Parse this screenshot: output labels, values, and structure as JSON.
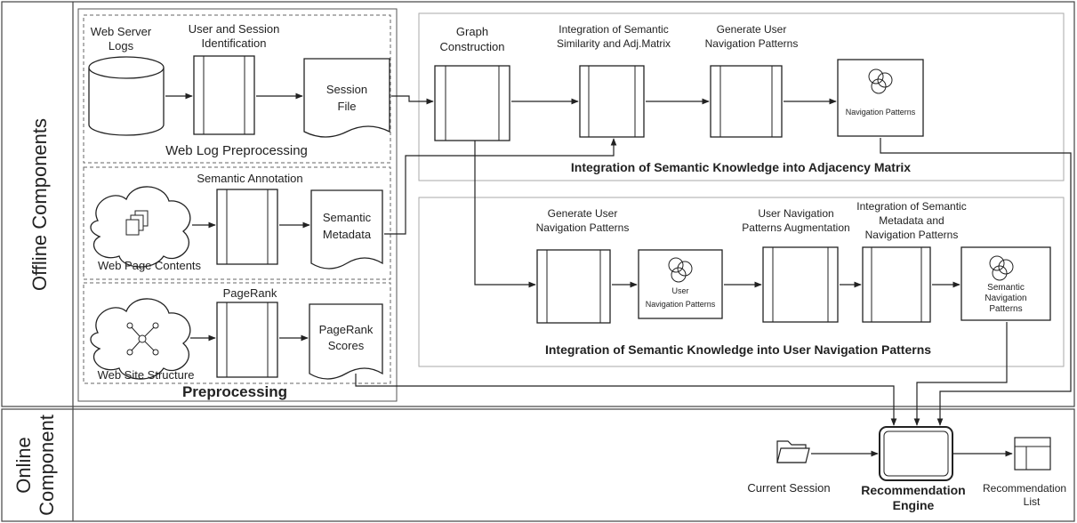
{
  "sections": {
    "offline": "Offline Components",
    "online_line1": "Online",
    "online_line2": "Component"
  },
  "preprocessing": {
    "title": "Preprocessing",
    "web_log": {
      "source_line1": "Web Server",
      "source_line2": "Logs",
      "process_line1": "User and Session",
      "process_line2": "Identification",
      "output_line1": "Session",
      "output_line2": "File",
      "caption": "Web Log Preprocessing"
    },
    "semantic": {
      "title": "Semantic Annotation",
      "source": "Web Page Contents",
      "output_line1": "Semantic",
      "output_line2": "Metadata"
    },
    "pagerank": {
      "title": "PageRank",
      "source": "Web Site Structure",
      "output_line1": "PageRank",
      "output_line2": "Scores"
    }
  },
  "adjacency": {
    "caption": "Integration of Semantic Knowledge into Adjacency Matrix",
    "graph_line1": "Graph",
    "graph_line2": "Construction",
    "integ_line1": "Integration of Semantic",
    "integ_line2": "Similarity and Adj.Matrix",
    "gen_line1": "Generate User",
    "gen_line2": "Navigation Patterns",
    "nav_patterns": "Navigation Patterns"
  },
  "navigation": {
    "caption": "Integration of Semantic Knowledge into User Navigation Patterns",
    "gen_line1": "Generate User",
    "gen_line2": "Navigation Patterns",
    "user_nav_line1": "User",
    "user_nav_line2": "Navigation Patterns",
    "aug_line1": "User Navigation",
    "aug_line2": "Patterns Augmentation",
    "integ_line1": "Integration of Semantic",
    "integ_line2": "Metadata and",
    "integ_line3": "Navigation Patterns",
    "sem_line1": "Semantic",
    "sem_line2": "Navigation",
    "sem_line3": "Patterns"
  },
  "online": {
    "current_session": "Current Session",
    "engine_line1": "Recommendation",
    "engine_line2": "Engine",
    "list_line1": "Recommendation",
    "list_line2": "List"
  }
}
